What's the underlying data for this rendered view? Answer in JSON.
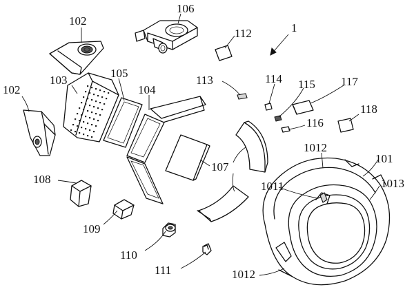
{
  "assembly_label": "1",
  "labels": {
    "l101": "101",
    "l1011": "1011",
    "l1012a": "1012",
    "l1012b": "1012",
    "l1013": "1013",
    "l102a": "102",
    "l102b": "102",
    "l103": "103",
    "l104": "104",
    "l105": "105",
    "l106": "106",
    "l107": "107",
    "l108": "108",
    "l109": "109",
    "l110": "110",
    "l111": "111",
    "l112": "112",
    "l113": "113",
    "l114": "114",
    "l115": "115",
    "l116": "116",
    "l117": "117",
    "l118": "118"
  }
}
